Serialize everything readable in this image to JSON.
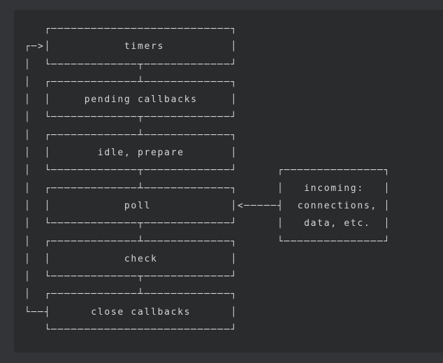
{
  "colors": {
    "page_background": "#333437",
    "code_block_background": "#2a2b2d",
    "text": "#d6d6d6"
  },
  "diagram": {
    "phases": [
      "timers",
      "pending callbacks",
      "idle, prepare",
      "poll",
      "check",
      "close callbacks"
    ],
    "side_box_lines": [
      "incoming:",
      "connections,",
      "data, etc."
    ],
    "ascii_lines": [
      "   ┌───────────────────────────┐",
      "┌─>│           timers          │",
      "│  └─────────────┬─────────────┘",
      "│  ┌─────────────┴─────────────┐",
      "│  │     pending callbacks     │",
      "│  └─────────────┬─────────────┘",
      "│  ┌─────────────┴─────────────┐",
      "│  │       idle, prepare       │",
      "│  └─────────────┬─────────────┘      ┌───────────────┐",
      "│  ┌─────────────┴─────────────┐      │   incoming:   │",
      "│  │           poll            │<─────┤  connections, │",
      "│  └─────────────┬─────────────┘      │   data, etc.  │",
      "│  ┌─────────────┴─────────────┐      └───────────────┘",
      "│  │           check           │",
      "│  └─────────────┬─────────────┘",
      "│  ┌─────────────┴─────────────┐",
      "└──┤      close callbacks      │",
      "   └───────────────────────────┘"
    ]
  }
}
